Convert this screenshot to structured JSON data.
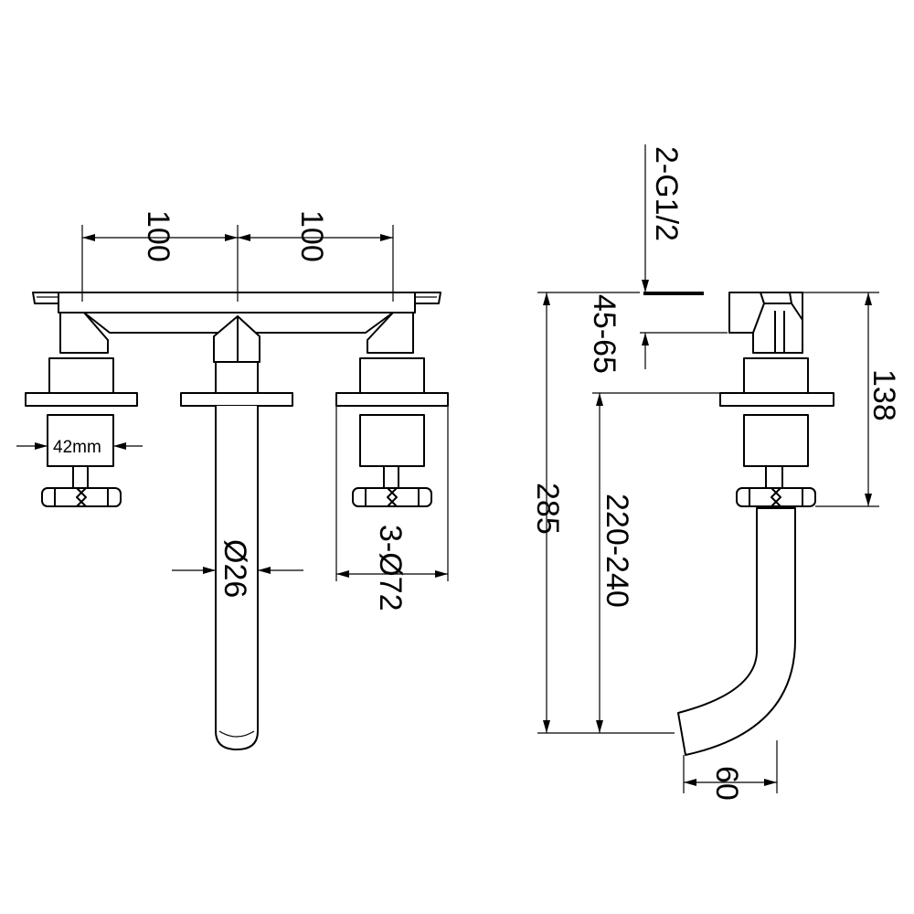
{
  "dimensions": {
    "spacing_left": "100",
    "spacing_right": "100",
    "handle_width": "42mm",
    "spout_diameter": "Ø26",
    "flange_diameter": "3-Ø72",
    "inlet_thread": "2-G1/2",
    "wall_adjustment": "45-65",
    "total_height": "285",
    "spout_drop": "220-240",
    "valve_height": "138",
    "spout_projection": "60"
  }
}
